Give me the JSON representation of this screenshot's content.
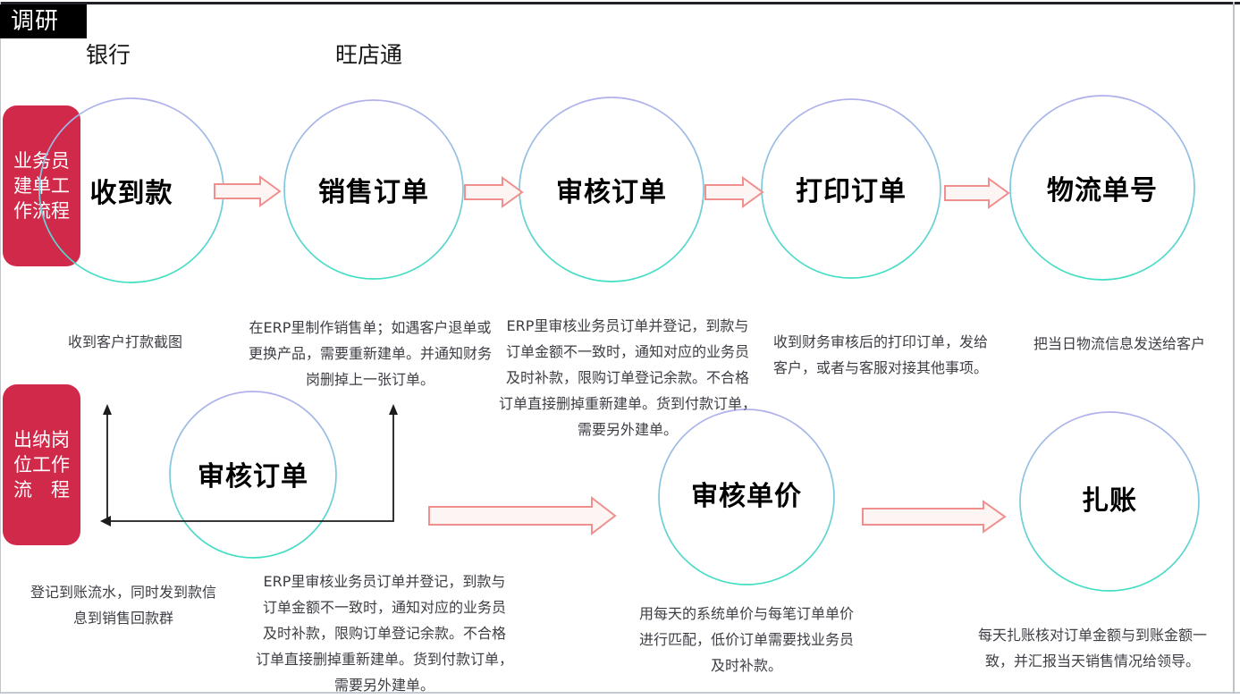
{
  "badge": {
    "label": "调研"
  },
  "headers": {
    "col1": "银行",
    "col2": "旺店通"
  },
  "colors": {
    "accent_red": "#d0294a",
    "circle_gradient_top": "#b3b0ec",
    "circle_gradient_bottom": "#3fdfc2",
    "arrow_stroke": "#f0908e",
    "arrow_fill": "#fdf4f4",
    "connector_black": "#1c1c1c"
  },
  "row1": {
    "label": "业务员\n建单工\n作流程",
    "steps": [
      {
        "title": "收到款",
        "desc": "收到客户打款截图"
      },
      {
        "title": "销售订单",
        "desc": "在ERP里制作销售单；如遇客户退单或\n更换产品，需要重新建单。并通知财务\n岗删掉上一张订单。"
      },
      {
        "title": "审核订单",
        "desc": "ERP里审核业务员订单并登记，到款与\n订单金额不一致时，通知对应的业务员\n及时补款，限购订单登记余款。不合格\n订单直接删掉重新建单。货到付款订单，\n需要另外建单。"
      },
      {
        "title": "打印订单",
        "desc": "收到财务审核后的打印订单，发给\n客户，或者与客服对接其他事项。"
      },
      {
        "title": "物流单号",
        "desc": "把当日物流信息发送给客户"
      }
    ]
  },
  "row2": {
    "label": "出纳岗\n位工作\n流　程",
    "left_note": "登记到账流水，同时发到款信\n息到销售回款群",
    "steps": [
      {
        "title": "审核订单",
        "desc": "ERP里审核业务员订单并登记，到款与\n订单金额不一致时，通知对应的业务员\n及时补款，限购订单登记余款。不合格\n订单直接删掉重新建单。货到付款订单，\n需要另外建单。"
      },
      {
        "title": "审核单价",
        "desc": "用每天的系统单价与每笔订单单价\n进行匹配，低价订单需要找业务员\n及时补款。"
      },
      {
        "title": "扎账",
        "desc": "每天扎账核对订单金额与到账金额一\n致，并汇报当天销售情况给领导。"
      }
    ]
  }
}
